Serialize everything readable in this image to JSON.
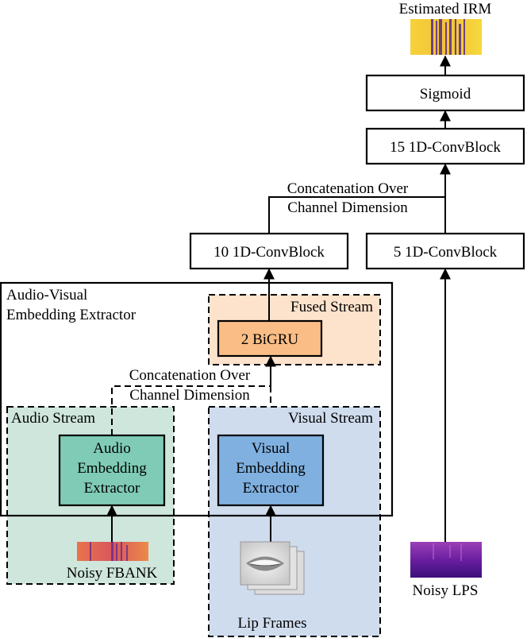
{
  "diagram": {
    "title_output": "Estimated IRM",
    "nodes": {
      "sigmoid": "Sigmoid",
      "conv15": "15 1D-ConvBlock",
      "conv10": "10 1D-ConvBlock",
      "conv5": "5 1D-ConvBlock",
      "bigru": "2 BiGRU",
      "audio_extractor": [
        "Audio",
        "Embedding",
        "Extractor"
      ],
      "visual_extractor": [
        "Visual",
        "Embedding",
        "Extractor"
      ]
    },
    "annotations": {
      "concat_top": [
        "Concatenation Over",
        "Channel Dimension"
      ],
      "concat_mid": [
        "Concatenation Over",
        "Channel Dimension"
      ]
    },
    "regions": {
      "av_extractor": [
        "Audio-Visual",
        "Embedding Extractor"
      ],
      "fused_stream": "Fused Stream",
      "audio_stream": "Audio Stream",
      "visual_stream": "Visual Stream"
    },
    "inputs": {
      "noisy_fbank": "Noisy FBANK",
      "lip_frames": "Lip Frames",
      "noisy_lps": "Noisy LPS"
    },
    "colors": {
      "audio_stream_bg": "#cfe6dc",
      "audio_box": "#7fcbb5",
      "visual_stream_bg": "#cfdcee",
      "visual_box": "#7fb0e0",
      "fused_stream_bg": "#fde2cc",
      "bigru_box": "#f9bd85"
    }
  }
}
